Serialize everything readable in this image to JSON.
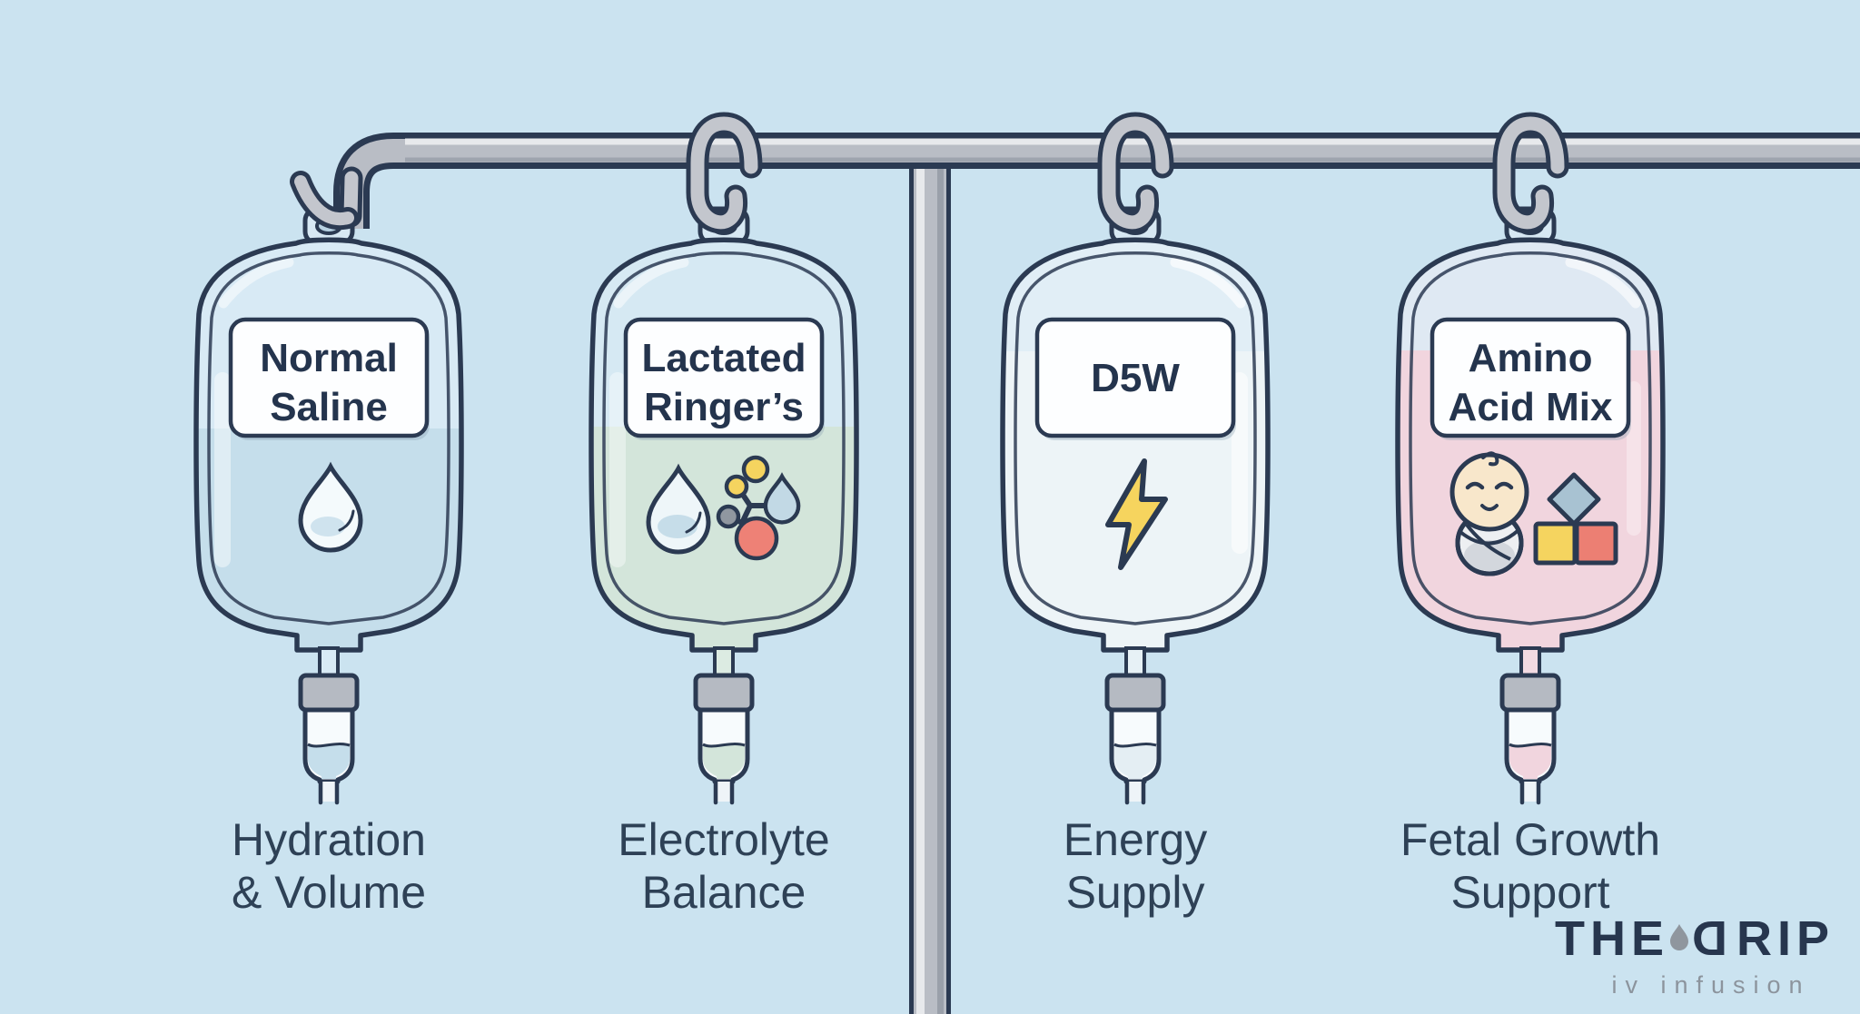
{
  "scene": {
    "background_color": "#cbe3f0",
    "outline_color": "#2b3a52",
    "hardware_color": "#b9bdc5",
    "label_plate_color": "#fdfeff"
  },
  "bags": [
    {
      "name": "normal-saline",
      "label_lines": [
        "Normal",
        "Saline"
      ],
      "caption_lines": [
        "Hydration",
        "& Volume"
      ],
      "liquid_color": "#c5deeb",
      "icons": [
        "water-drop-icon"
      ]
    },
    {
      "name": "lactated-ringers",
      "label_lines": [
        "Lactated",
        "Ringer’s"
      ],
      "caption_lines": [
        "Electrolyte",
        "Balance"
      ],
      "liquid_color": "#d3e5da",
      "icons": [
        "water-drop-icon",
        "molecule-icon"
      ],
      "molecule_colors": {
        "yellow": "#f5d45f",
        "gray": "#9097a0",
        "red": "#ee8176"
      }
    },
    {
      "name": "d5w",
      "label_lines": [
        "D5W"
      ],
      "caption_lines": [
        "Energy",
        "Supply"
      ],
      "liquid_color": "#edf4f7",
      "icons": [
        "lightning-bolt-icon"
      ],
      "bolt_color": "#f6d45e"
    },
    {
      "name": "amino-acid-mix",
      "label_lines": [
        "Amino",
        "Acid Mix"
      ],
      "caption_lines": [
        "Fetal Growth",
        "Support"
      ],
      "liquid_color": "#f1d5de",
      "icons": [
        "baby-icon",
        "building-blocks-icon"
      ],
      "block_colors": {
        "blue": "#a8c2d2",
        "yellow": "#f5d45f",
        "red": "#ec7f73"
      }
    }
  ],
  "logo": {
    "brand_word": "THE",
    "brand_d": "D",
    "brand_rest": "RIP",
    "tagline": "iv infusion",
    "brand_color": "#27364e",
    "tagline_color": "#8c949d",
    "droplet_color": "#8f969e"
  }
}
